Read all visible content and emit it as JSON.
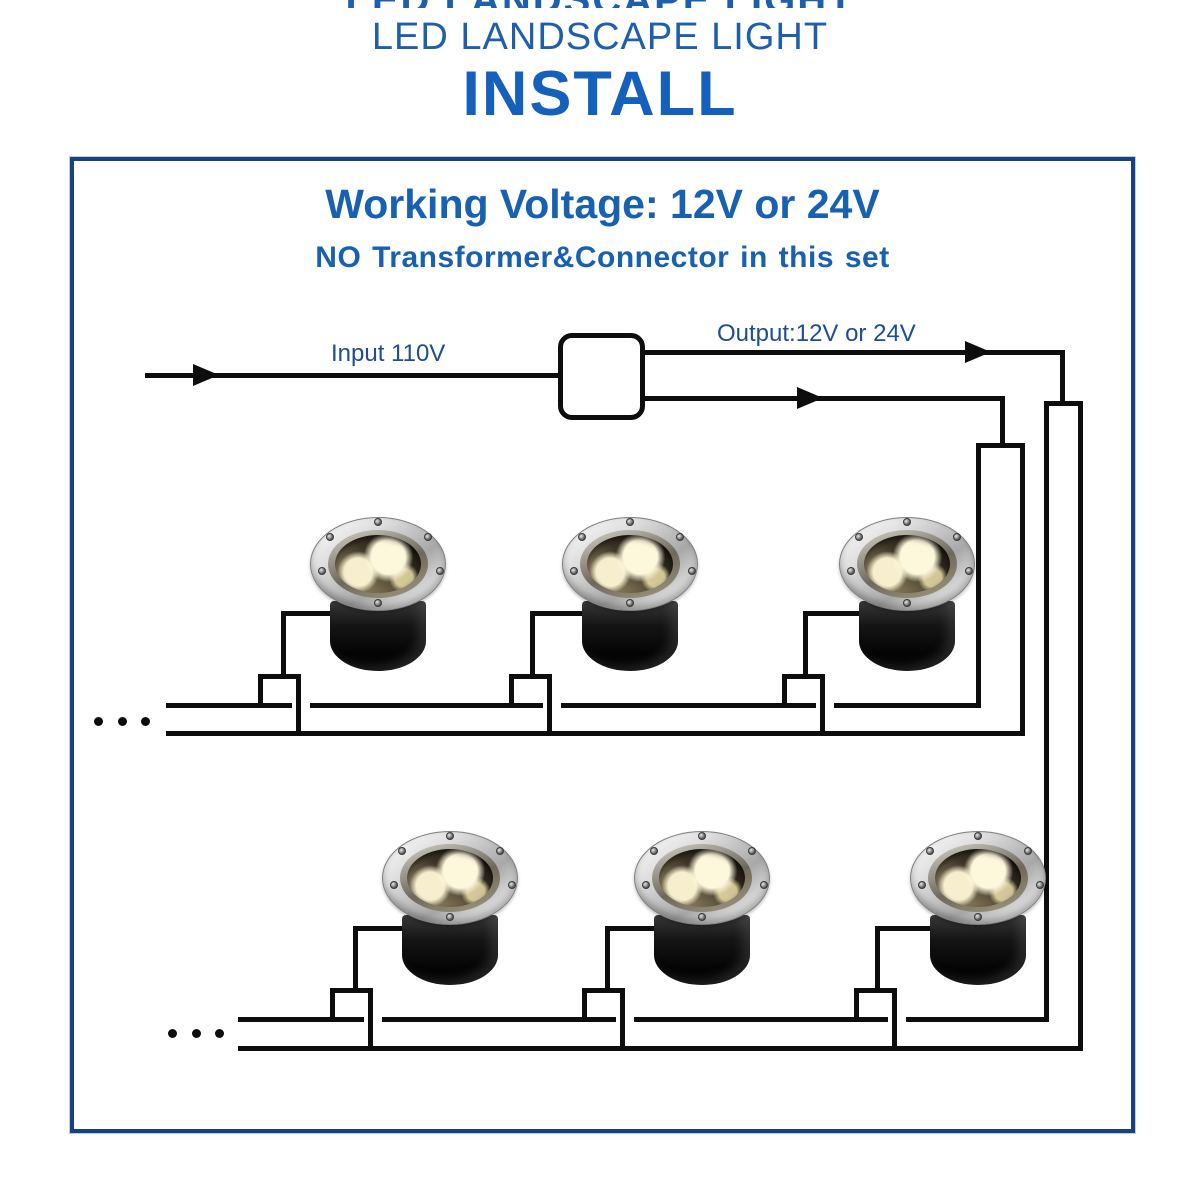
{
  "header": {
    "subtitle": "LED LANDSCAPE LIGHT",
    "title": "INSTALL"
  },
  "panel": {
    "heading": "Working Voltage: 12V or 24V",
    "note": "NO Transformer&Connector in this set"
  },
  "diagram": {
    "input_label": "Input 110V",
    "output_label": "Output:12V or 24V",
    "transformer_icon": "transformer-box",
    "light_icon": "led-inground-light",
    "rows": 2,
    "lights_per_row": 3,
    "continuation_dots": "...",
    "colors": {
      "heading_blue": "#1760b2",
      "title_blue": "#1660bd",
      "subtitle_blue": "#1d5fae",
      "label_blue": "#1c4e90",
      "wire_black": "#0d0d0d",
      "panel_border_blue": "#1a4080"
    }
  }
}
